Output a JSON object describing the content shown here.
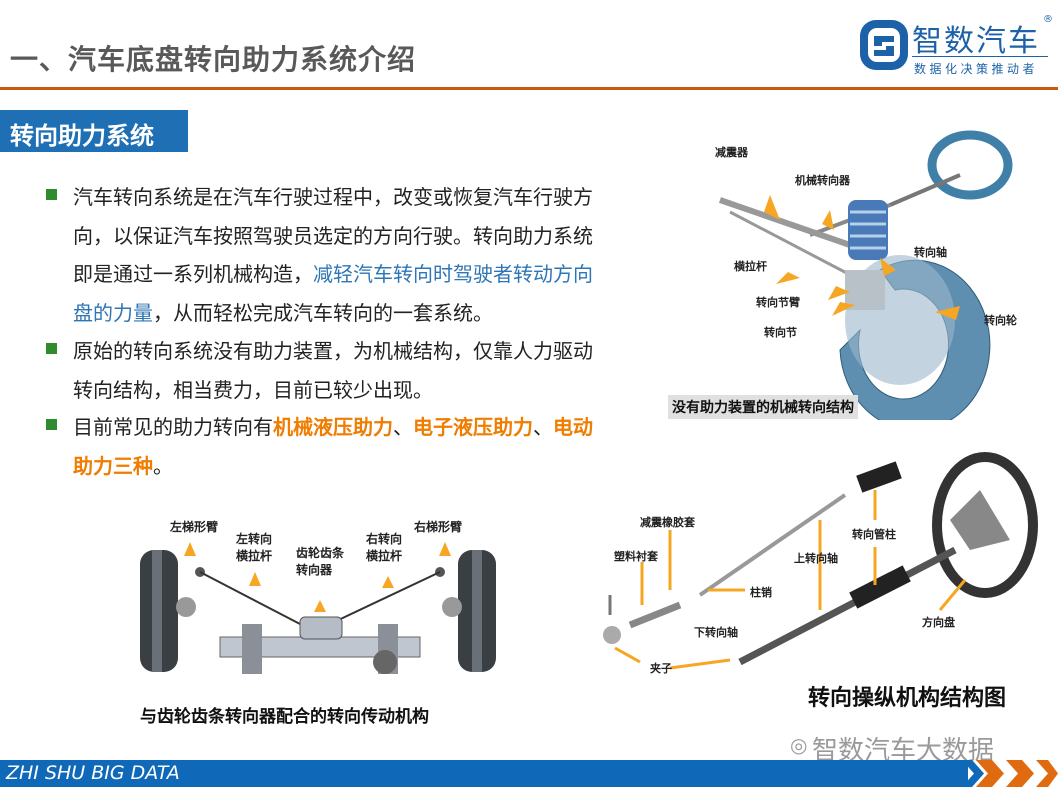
{
  "header": {
    "title": "一、汽车底盘转向助力系统介绍"
  },
  "logo": {
    "name": "智数汽车",
    "registered": "®",
    "tagline": "数据化决策推动者"
  },
  "section": {
    "label": "转向助力系统"
  },
  "bullets": [
    {
      "text_a": "汽车转向系统是在汽车行驶过程中，改变或恢复汽车行驶方向，以保证汽车按照驾驶员选定的方向行驶。转向助力系统即是通过一系列机械构造，",
      "highlight": "减轻汽车转向时驾驶者转动方向盘的力量",
      "text_b": "，从而轻松完成汽车转向的一套系统。"
    },
    {
      "text_a": "原始的转向系统没有助力装置，为机械结构，仅靠人力驱动转向结构，相当费力，目前已较少出现。"
    },
    {
      "text_a": "目前常见的助力转向有",
      "h1": "机械液压助力",
      "sep1": "、",
      "h2": "电子液压助力",
      "sep2": "、",
      "h3": "电动助力三种",
      "end": "。"
    }
  ],
  "figure1": {
    "labels": [
      "减震器",
      "机械转向器",
      "横拉杆",
      "转向轴",
      "转向节臂",
      "转向节",
      "转向轮"
    ],
    "caption": "没有助力装置的机械转向结构"
  },
  "figure2": {
    "labels": [
      "左梯形臂",
      "左转向横拉杆",
      "齿轮齿条转向器",
      "右转向横拉杆",
      "右梯形臂"
    ],
    "caption": "与齿轮齿条转向器配合的转向传动机构"
  },
  "figure3": {
    "labels": [
      "减震橡胶套",
      "塑料衬套",
      "柱销",
      "下转向轴",
      "夹子",
      "上转向轴",
      "转向管柱",
      "方向盘"
    ],
    "caption": "转向操纵机构结构图"
  },
  "watermark": "智数汽车大数据",
  "footer": {
    "text": "ZHI SHU BIG DATA"
  },
  "colors": {
    "brand_blue": "#1f6fb5",
    "rule_orange": "#c55a11",
    "highlight_blue": "#2e75b6",
    "highlight_orange": "#f07c00",
    "bullet_green": "#2e8b2e"
  }
}
